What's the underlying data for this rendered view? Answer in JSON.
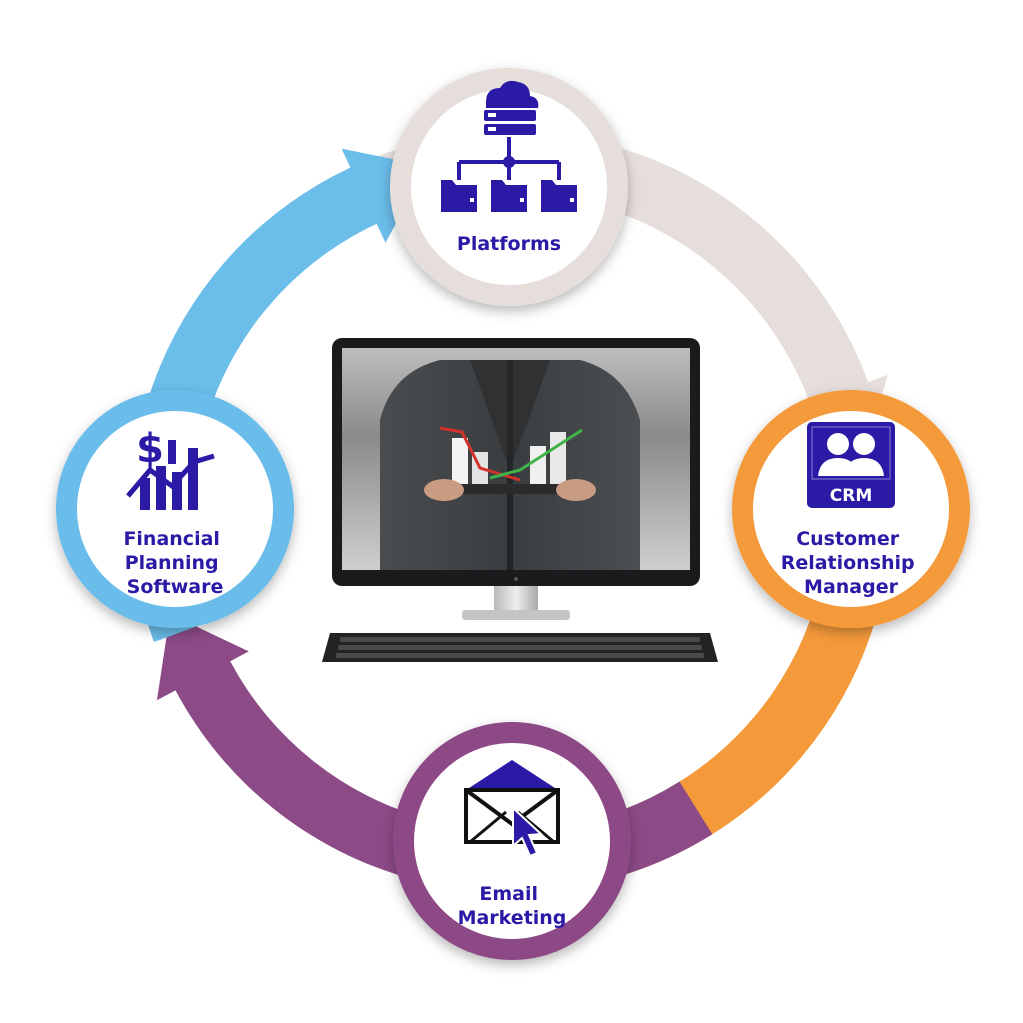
{
  "colors": {
    "platforms": "#e6dedb",
    "crm": "#f59a3a",
    "email": "#8c4a86",
    "financial": "#6bbdea",
    "icon": "#2a1aa6",
    "label": "#2a1aa6"
  },
  "nodes": {
    "platforms": {
      "lines": [
        "Platforms"
      ],
      "icon": "cloud-server-network-icon"
    },
    "crm": {
      "lines": [
        "Customer",
        "Relationship",
        "Manager"
      ],
      "icon": "crm-users-icon",
      "badge": "CRM"
    },
    "email": {
      "lines": [
        "Email",
        "Marketing"
      ],
      "icon": "envelope-cursor-icon"
    },
    "financial": {
      "lines": [
        "Financial",
        "Planning",
        "Software"
      ],
      "icon": "dollar-growth-chart-icon"
    }
  },
  "center": {
    "icon": "desktop-computer-icon"
  }
}
